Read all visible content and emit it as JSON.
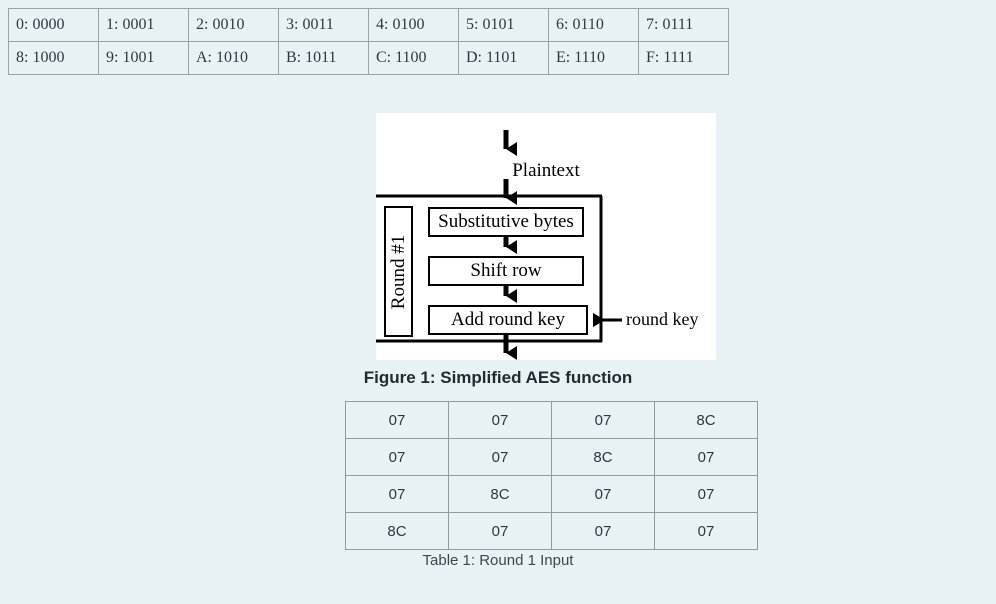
{
  "page": {
    "background_color": "#e8f1f4",
    "text_color": "#2f3b40"
  },
  "hex_table": {
    "name": "hex-to-binary-reference",
    "rows": [
      [
        "0: 0000",
        "1: 0001",
        "2: 0010",
        "3: 0011",
        "4: 0100",
        "5: 0101",
        "6: 0110",
        "7: 0111"
      ],
      [
        "8: 1000",
        "9: 1001",
        "A: 1010",
        "B: 1011",
        "C: 1100",
        "D: 1101",
        "E: 1110",
        "F: 1111"
      ]
    ]
  },
  "figure": {
    "caption": "Figure 1: Simplified AES  function",
    "plaintext_label": "Plaintext",
    "round_label": "Round #1",
    "round_key_label": "round key",
    "steps": [
      "Substitutive bytes",
      "Shift row",
      "Add round key"
    ],
    "canvas_color": "#ffffff",
    "line_color": "#000000"
  },
  "matrix": {
    "caption": "Table 1: Round 1 Input",
    "rows": [
      [
        "07",
        "07",
        "07",
        "8C"
      ],
      [
        "07",
        "07",
        "8C",
        "07"
      ],
      [
        "07",
        "8C",
        "07",
        "07"
      ],
      [
        "8C",
        "07",
        "07",
        "07"
      ]
    ]
  }
}
